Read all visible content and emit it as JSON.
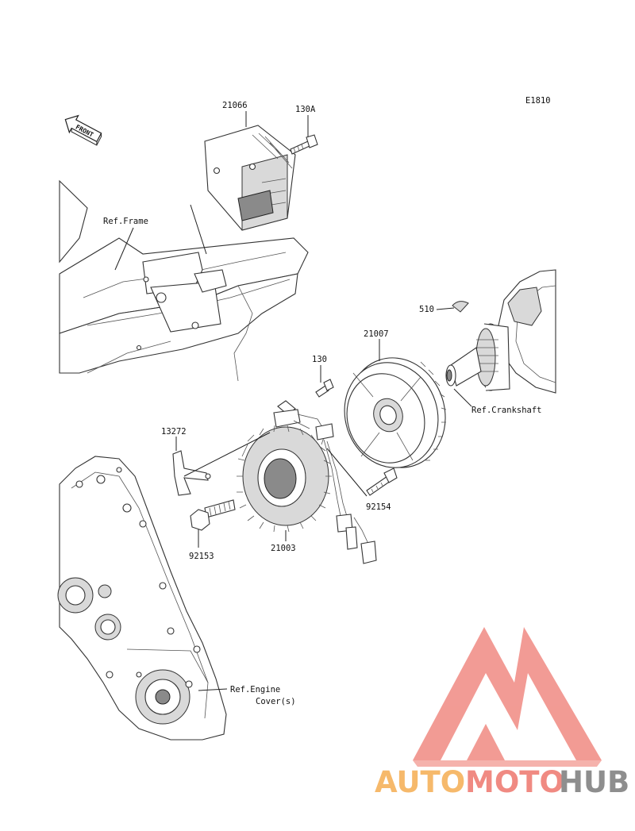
{
  "diagram": {
    "code": "E1810",
    "front_label": "FRONT",
    "parts": [
      {
        "id": "p21066",
        "number": "21066"
      },
      {
        "id": "p130a",
        "number": "130A"
      },
      {
        "id": "p510",
        "number": "510"
      },
      {
        "id": "p21007",
        "number": "21007"
      },
      {
        "id": "p130",
        "number": "130"
      },
      {
        "id": "p13272",
        "number": "13272"
      },
      {
        "id": "p92154",
        "number": "92154"
      },
      {
        "id": "p21003",
        "number": "21003"
      },
      {
        "id": "p92153",
        "number": "92153"
      }
    ],
    "refs": {
      "frame": "Ref.Frame",
      "crankshaft": "Ref.Crankshaft",
      "engine_line1": "Ref.Engine",
      "engine_line2": "Cover(s)"
    }
  },
  "watermark": {
    "part1": "AUTO",
    "part2": "MOTO",
    "part3": "HUB",
    "colors": {
      "auto": "#f6b96b",
      "moto": "#f08a82",
      "hub": "#8e8e8e",
      "logo": "#f08a82"
    }
  }
}
